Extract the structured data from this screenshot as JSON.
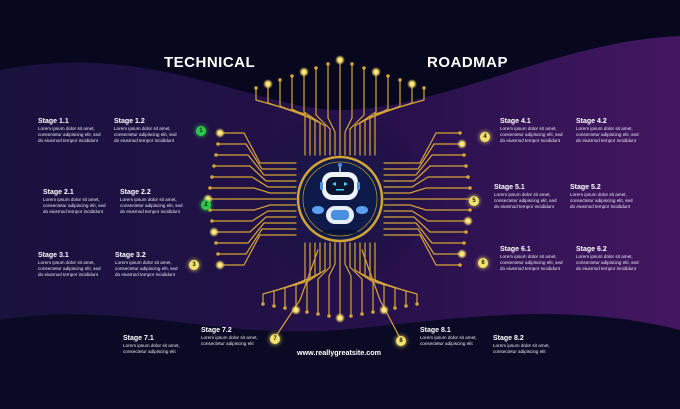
{
  "title_left": "TECHNICAL",
  "title_right": "ROADMAP",
  "website": "www.reallygreatsite.com",
  "colors": {
    "background": "#0b0b2a",
    "band": "#3a145a",
    "circuit": "#d4a437",
    "glow": "#ffe36b",
    "green_marker": "#2ec84a",
    "yellow_marker": "#f4e36a"
  },
  "stages": [
    {
      "id": "1.1",
      "name": "Stage 1.1",
      "text": [
        "Lorem ipsum dolor sit amet,",
        "consectetur adipiscing elit, sed",
        "do eiusmod tempor incididunt"
      ]
    },
    {
      "id": "1.2",
      "name": "Stage 1.2",
      "text": [
        "Lorem ipsum dolor sit amet,",
        "consectetur adipiscing elit, sed",
        "do eiusmod tempor incididunt"
      ]
    },
    {
      "id": "2.1",
      "name": "Stage 2.1",
      "text": [
        "Lorem ipsum dolor sit amet,",
        "consectetur adipiscing elit, sed",
        "do eiusmod tempor incididunt"
      ]
    },
    {
      "id": "2.2",
      "name": "Stage 2.2",
      "text": [
        "Lorem ipsum dolor sit amet,",
        "consectetur adipiscing elit, sed",
        "do eiusmod tempor incididunt"
      ]
    },
    {
      "id": "3.1",
      "name": "Stage 3.1",
      "text": [
        "Lorem ipsum dolor sit amet,",
        "consectetur adipiscing elit, sed",
        "do eiusmod tempor incididunt"
      ]
    },
    {
      "id": "3.2",
      "name": "Stage 3.2",
      "text": [
        "Lorem ipsum dolor sit amet,",
        "consectetur adipiscing elit, sed",
        "do eiusmod tempor incididunt"
      ]
    },
    {
      "id": "4.1",
      "name": "Stage 4.1",
      "text": [
        "Lorem ipsum dolor sit amet,",
        "consectetur adipiscing elit, sed",
        "do eiusmod tempor incididunt"
      ]
    },
    {
      "id": "4.2",
      "name": "Stage 4.2",
      "text": [
        "Lorem ipsum dolor sit amet,",
        "consectetur adipiscing elit, sed",
        "do eiusmod tempor incididunt"
      ]
    },
    {
      "id": "5.1",
      "name": "Stage 5.1",
      "text": [
        "Lorem ipsum dolor sit amet,",
        "consectetur adipiscing elit, sed",
        "do eiusmod tempor incididunt"
      ]
    },
    {
      "id": "5.2",
      "name": "Stage 5.2",
      "text": [
        "Lorem ipsum dolor sit amet,",
        "consectetur adipiscing elit, sed",
        "do eiusmod tempor incididunt"
      ]
    },
    {
      "id": "6.1",
      "name": "Stage 6.1",
      "text": [
        "Lorem ipsum dolor sit amet,",
        "consectetur adipiscing elit, sed",
        "do eiusmod tempor incididunt"
      ]
    },
    {
      "id": "6.2",
      "name": "Stage 6.2",
      "text": [
        "Lorem ipsum dolor sit amet,",
        "consectetur adipiscing elit, sed",
        "do eiusmod tempor incididunt"
      ]
    },
    {
      "id": "7.1",
      "name": "Stage 7.1",
      "text": [
        "Lorem ipsum dolor sit amet,",
        "consectetur adipiscing elit"
      ]
    },
    {
      "id": "7.2",
      "name": "Stage 7.2",
      "text": [
        "Lorem ipsum dolor sit amet,",
        "consectetur adipiscing elit"
      ]
    },
    {
      "id": "8.1",
      "name": "Stage 8.1",
      "text": [
        "Lorem ipsum dolor sit amet,",
        "consectetur adipiscing elit"
      ]
    },
    {
      "id": "8.2",
      "name": "Stage 8.2",
      "text": [
        "Lorem ipsum dolor sit amet,",
        "consectetur adipiscing elit"
      ]
    }
  ],
  "markers": [
    {
      "label": "1",
      "color": "green"
    },
    {
      "label": "2",
      "color": "green"
    },
    {
      "label": "3",
      "color": "yellow"
    },
    {
      "label": "4",
      "color": "yellow"
    },
    {
      "label": "5",
      "color": "yellow"
    },
    {
      "label": "6",
      "color": "yellow"
    },
    {
      "label": "7",
      "color": "yellow"
    },
    {
      "label": "8",
      "color": "yellow"
    }
  ]
}
